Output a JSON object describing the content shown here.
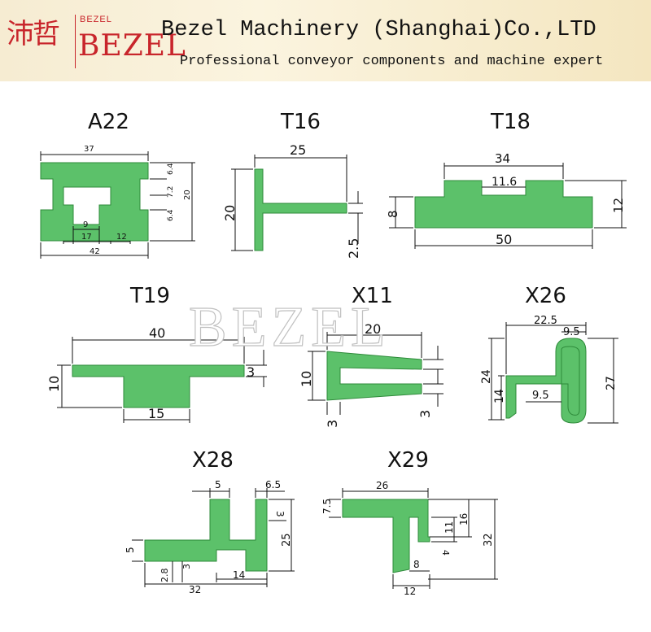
{
  "header": {
    "logo_cn": "沛哲",
    "logo_small": "BEZEL",
    "logo_big": "BEZEL",
    "company": "Bezel Machinery (Shanghai)Co.,LTD",
    "tagline": "Professional conveyor components and machine expert"
  },
  "watermark": "BEZEL",
  "profiles": {
    "a22": {
      "title": "A22",
      "d1": "37",
      "d2": "6.4",
      "d3": "7.2",
      "d4": "6.4",
      "d5": "20",
      "d6": "9",
      "d7": "17",
      "d8": "12",
      "d9": "42"
    },
    "t16": {
      "title": "T16",
      "d1": "25",
      "d2": "20",
      "d3": "2.5"
    },
    "t18": {
      "title": "T18",
      "d1": "34",
      "d2": "11.6",
      "d3": "8",
      "d4": "12",
      "d5": "50"
    },
    "t19": {
      "title": "T19",
      "d1": "40",
      "d2": "10",
      "d3": "3",
      "d4": "15"
    },
    "x11": {
      "title": "X11",
      "d1": "20",
      "d2": "10",
      "d3": "3",
      "d4": "3"
    },
    "x26": {
      "title": "X26",
      "d1": "22.5",
      "d2": "9.5",
      "d3": "24",
      "d4": "14",
      "d5": "9.5",
      "d6": "27"
    },
    "x28": {
      "title": "X28",
      "d1": "5",
      "d2": "6.5",
      "d3": "3",
      "d4": "5",
      "d5": "25",
      "d6": "2.8",
      "d7": "3",
      "d8": "14",
      "d9": "32"
    },
    "x29": {
      "title": "X29",
      "d1": "26",
      "d2": "7.5",
      "d3": "11",
      "d4": "16",
      "d5": "32",
      "d6": "4",
      "d7": "8",
      "d8": "12"
    }
  },
  "colors": {
    "profile_fill": "#5cc16a",
    "brand_red": "#c8252b",
    "header_bg": "#f6ecd2"
  }
}
